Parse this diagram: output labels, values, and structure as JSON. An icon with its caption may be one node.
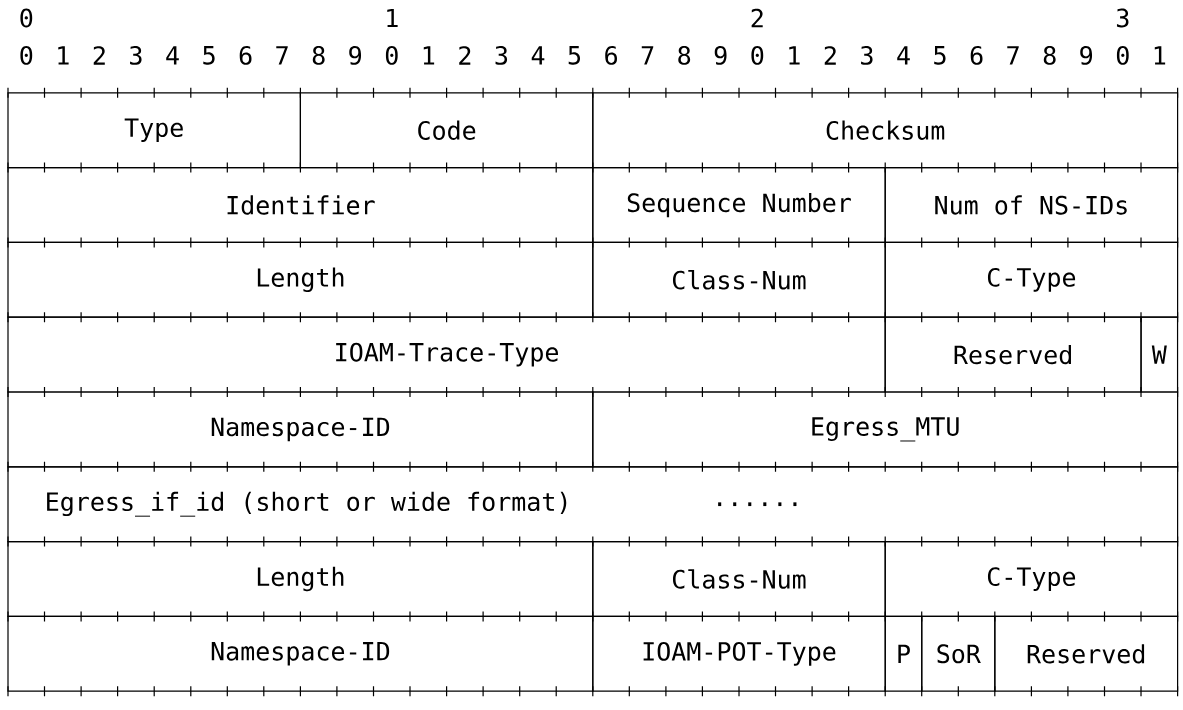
{
  "diagram": {
    "nodes": [
      {
        "text": [
          "Type"
        ]
      },
      {
        "text": [
          "Code"
        ]
      },
      {
        "text": [
          "Checksum"
        ]
      },
      {
        "text": [
          "Identifier"
        ]
      },
      {
        "text": [
          "Sequence Number"
        ]
      },
      {
        "text": [
          "Num of NS-IDs"
        ]
      },
      {
        "text": [
          "Length"
        ]
      },
      {
        "text": [
          "Class-Num"
        ]
      },
      {
        "text": [
          "C-Type"
        ]
      },
      {
        "text": [
          "IOAM-Trace-Type"
        ]
      },
      {
        "text": [
          "Reserved"
        ]
      },
      {
        "text": [
          "W"
        ]
      },
      {
        "text": [
          "Namespace-ID"
        ]
      },
      {
        "text": [
          "Egress_MTU"
        ]
      },
      {
        "text": [
          "Egress_if_id (short or wide format)",
          "......"
        ]
      },
      {
        "text": [
          "Length"
        ]
      },
      {
        "text": [
          "Class-Num"
        ]
      },
      {
        "text": [
          "C-Type"
        ]
      },
      {
        "text": [
          "Namespace-ID"
        ]
      },
      {
        "text": [
          "IOAM-POT-Type"
        ]
      },
      {
        "text": [
          "P"
        ]
      },
      {
        "text": [
          "SoR"
        ]
      },
      {
        "text": [
          "Reserved"
        ]
      }
    ],
    "labels": [
      "0",
      "1",
      "2",
      "3",
      "0",
      "1",
      "2",
      "3",
      "4",
      "5",
      "6",
      "7",
      "8",
      "9",
      "0",
      "1",
      "2",
      "3",
      "4",
      "5",
      "6",
      "7",
      "8",
      "9",
      "0",
      "1",
      "2",
      "3",
      "4",
      "5",
      "6",
      "7",
      "8",
      "9",
      "0",
      "1"
    ]
  }
}
